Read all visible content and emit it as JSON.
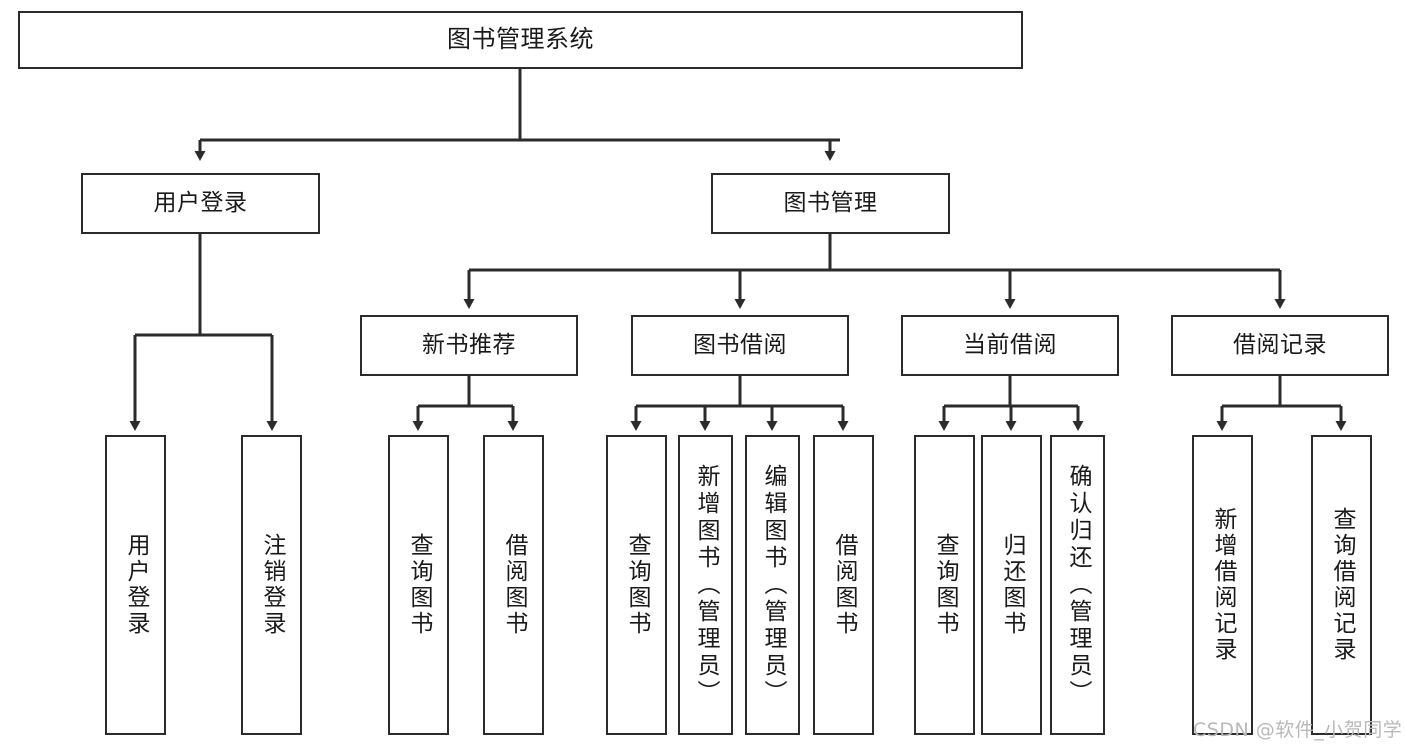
{
  "diagram": {
    "type": "tree-hierarchy-diagram",
    "title": "图书管理系统",
    "orientation": "top-down",
    "colors": {
      "box_border": "#2b2b2b",
      "box_fill": "#ffffff",
      "edge": "#2b2b2b",
      "text": "#1a1a1a",
      "watermark": "#b9b9b9",
      "background": "#ffffff"
    },
    "levels": [
      {
        "level": 1,
        "nodes": [
          {
            "id": "root",
            "label": "图书管理系统",
            "orientation": "horizontal"
          }
        ]
      },
      {
        "level": 2,
        "nodes": [
          {
            "id": "user-login",
            "label": "用户登录",
            "orientation": "horizontal",
            "parent": "root"
          },
          {
            "id": "book-manage",
            "label": "图书管理",
            "orientation": "horizontal",
            "parent": "root"
          }
        ]
      },
      {
        "level": 3,
        "nodes": [
          {
            "id": "new-book-recommend",
            "label": "新书推荐",
            "orientation": "horizontal",
            "parent": "book-manage"
          },
          {
            "id": "book-borrow",
            "label": "图书借阅",
            "orientation": "horizontal",
            "parent": "book-manage"
          },
          {
            "id": "current-borrow",
            "label": "当前借阅",
            "orientation": "horizontal",
            "parent": "book-manage"
          },
          {
            "id": "borrow-record",
            "label": "借阅记录",
            "orientation": "horizontal",
            "parent": "book-manage"
          }
        ]
      },
      {
        "level": 4,
        "nodes": [
          {
            "id": "leaf-user-login",
            "label": "用户登录",
            "orientation": "vertical",
            "parent": "user-login"
          },
          {
            "id": "leaf-user-logout",
            "label": "注销登录",
            "orientation": "vertical",
            "parent": "user-login"
          },
          {
            "id": "leaf-query-book-1",
            "label": "查询图书",
            "orientation": "vertical",
            "parent": "new-book-recommend"
          },
          {
            "id": "leaf-borrow-book-1",
            "label": "借阅图书",
            "orientation": "vertical",
            "parent": "new-book-recommend"
          },
          {
            "id": "leaf-query-book-2",
            "label": "查询图书",
            "orientation": "vertical",
            "parent": "book-borrow"
          },
          {
            "id": "leaf-add-book",
            "label": "新增图书（管理员）",
            "orientation": "vertical",
            "parent": "book-borrow"
          },
          {
            "id": "leaf-edit-book",
            "label": "编辑图书（管理员）",
            "orientation": "vertical",
            "parent": "book-borrow"
          },
          {
            "id": "leaf-borrow-book-2",
            "label": "借阅图书",
            "orientation": "vertical",
            "parent": "book-borrow"
          },
          {
            "id": "leaf-query-book-3",
            "label": "查询图书",
            "orientation": "vertical",
            "parent": "current-borrow"
          },
          {
            "id": "leaf-return-book",
            "label": "归还图书",
            "orientation": "vertical",
            "parent": "current-borrow"
          },
          {
            "id": "leaf-confirm-return",
            "label": "确认归还（管理员）",
            "orientation": "vertical",
            "parent": "current-borrow"
          },
          {
            "id": "leaf-add-record",
            "label": "新增借阅记录",
            "orientation": "vertical",
            "parent": "borrow-record"
          },
          {
            "id": "leaf-query-record",
            "label": "查询借阅记录",
            "orientation": "vertical",
            "parent": "borrow-record"
          }
        ]
      }
    ],
    "watermark": "CSDN @软件_小贺同学"
  }
}
